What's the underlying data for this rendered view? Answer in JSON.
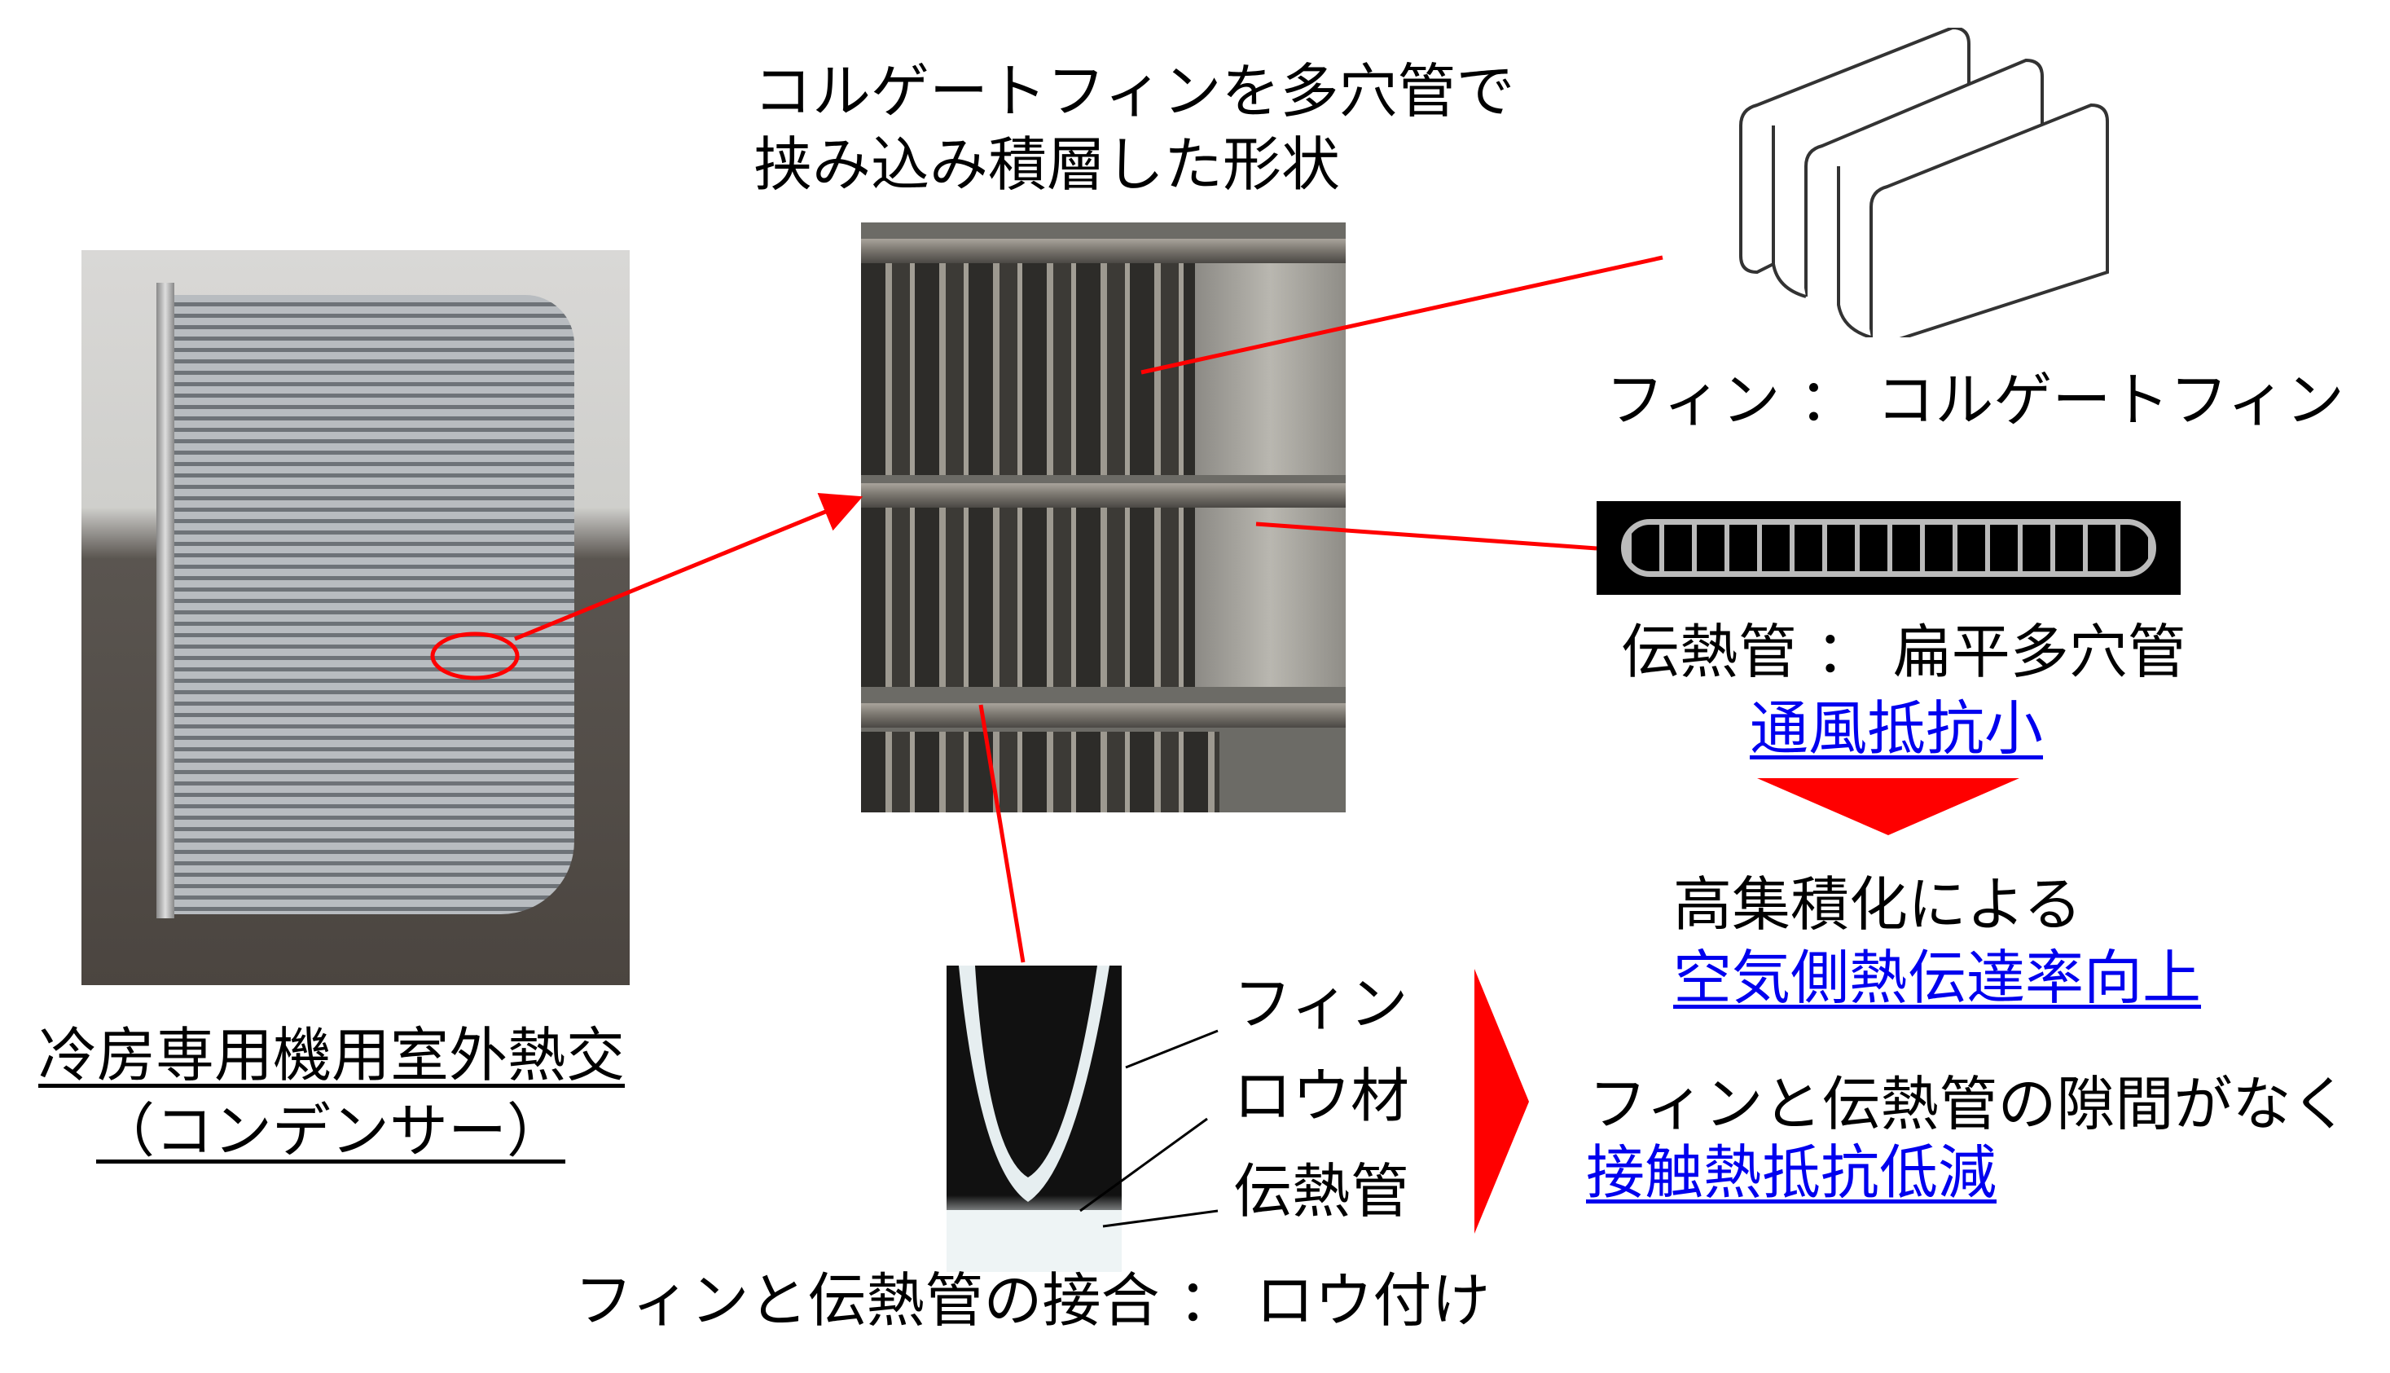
{
  "title_line1": "コルゲートフィンを多穴管で",
  "title_line2": "挟み込み積層した形状",
  "left_caption_line1": "冷房専用機用室外熱交",
  "left_caption_line2": "（コンデンサー）",
  "fin_label": "フィン ： コルゲートフィン",
  "tube_label": "伝熱管 ： 扁平多穴管",
  "tube_benefit": "通風抵抗小",
  "integration_text": "高集積化による",
  "integration_benefit": "空気側熱伝達率向上",
  "xsec_labels": [
    "フィン",
    "ロウ材",
    "伝熱管"
  ],
  "joint_label": "フィンと伝熱管の接合 ： ロウ付け",
  "joint_text": "フィンと伝熱管の隙間がなく",
  "joint_benefit": "接触熱抵抗低減",
  "colors": {
    "accent": "#ff0000",
    "link": "#0000ee"
  }
}
